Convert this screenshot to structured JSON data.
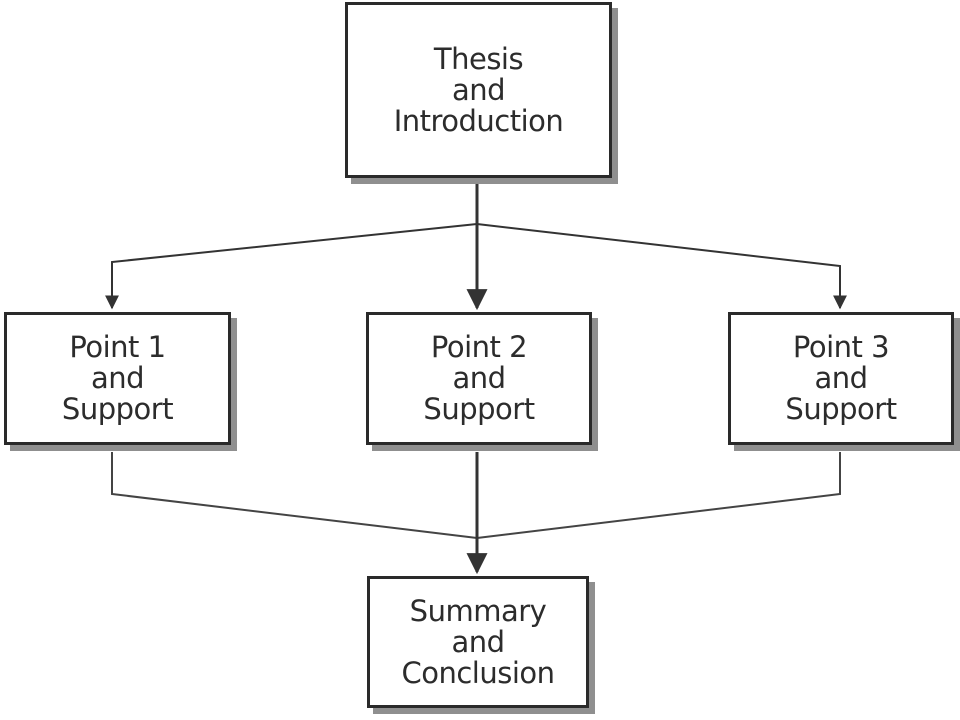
{
  "diagram": {
    "nodes": {
      "thesis": {
        "line1": "Thesis",
        "line2": "and",
        "line3": "Introduction"
      },
      "point1": {
        "line1": "Point 1",
        "line2": "and",
        "line3": "Support"
      },
      "point2": {
        "line1": "Point 2",
        "line2": "and",
        "line3": "Support"
      },
      "point3": {
        "line1": "Point 3",
        "line2": "and",
        "line3": "Support"
      },
      "summary": {
        "line1": "Summary",
        "line2": "and",
        "line3": "Conclusion"
      }
    },
    "colors": {
      "border": "#2a2a2a",
      "shadow": "#8f8f8f",
      "line": "#333333",
      "text": "#2c2c2c"
    }
  }
}
